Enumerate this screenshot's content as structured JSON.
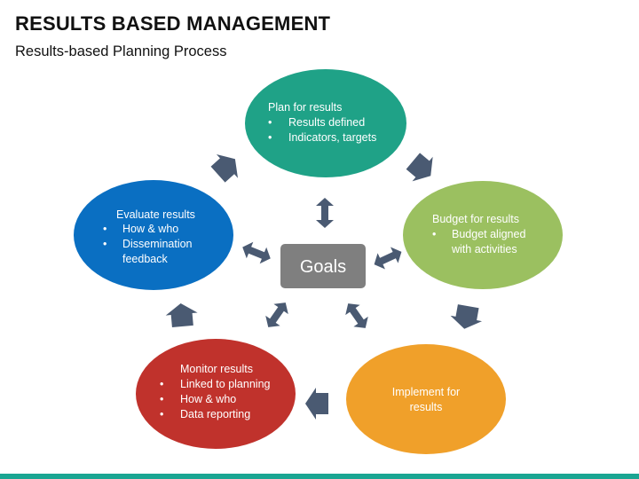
{
  "slide": {
    "title": "RESULTS BASED MANAGEMENT",
    "subtitle": "Results-based Planning Process"
  },
  "diagram": {
    "center": {
      "label": "Goals",
      "color": "#7f7f7f"
    },
    "nodes": {
      "plan": {
        "color": "#1fa287",
        "heading": "Plan for results",
        "bullets": [
          "Results defined",
          "Indicators, targets"
        ]
      },
      "budget": {
        "color": "#9bc060",
        "heading": "Budget for results",
        "bullets": [
          "Budget aligned"
        ],
        "bullet_continuation": "with activities"
      },
      "implement": {
        "color": "#f0a02a",
        "lines": [
          "Implement for",
          "results"
        ]
      },
      "monitor": {
        "color": "#c0322c",
        "heading": "Monitor results",
        "bullets": [
          "Linked to planning",
          "How & who",
          "Data reporting"
        ]
      },
      "evaluate": {
        "color": "#0a6fc2",
        "heading": "Evaluate results",
        "bullets": [
          "How & who",
          "Dissemination"
        ],
        "bullet_continuation": "feedback"
      }
    },
    "arrow_color": "#4a5a72",
    "bullet_glyph": "•"
  }
}
